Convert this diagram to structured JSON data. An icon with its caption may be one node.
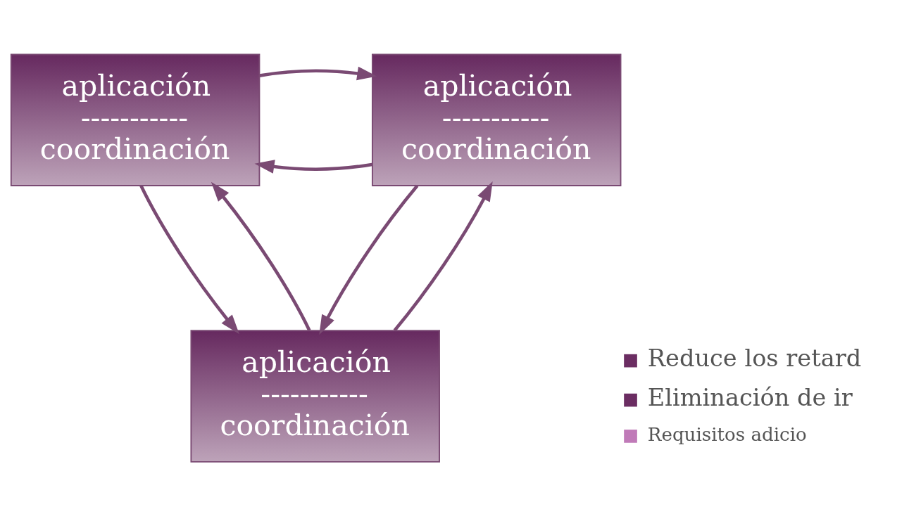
{
  "diagram": {
    "nodes": [
      {
        "text": [
          "aplicación",
          "-----------",
          "coordinación"
        ]
      },
      {
        "text": [
          "aplicación",
          "-----------",
          "coordinación"
        ]
      },
      {
        "text": [
          "aplicación",
          "-----------",
          "coordinación"
        ]
      }
    ],
    "edges": [
      {
        "from": 1,
        "to": 0,
        "arrow": "to"
      },
      {
        "from": 0,
        "to": 1,
        "arrow": "to"
      },
      {
        "from": 0,
        "to": 2,
        "arrow": "to"
      },
      {
        "from": 2,
        "to": 0,
        "arrow": "to"
      },
      {
        "from": 1,
        "to": 2,
        "arrow": "to"
      },
      {
        "from": 2,
        "to": 1,
        "arrow": "to"
      }
    ],
    "labels": [
      "Reduce los retard",
      "Eliminación de ir",
      "Requisitos adicio"
    ]
  }
}
